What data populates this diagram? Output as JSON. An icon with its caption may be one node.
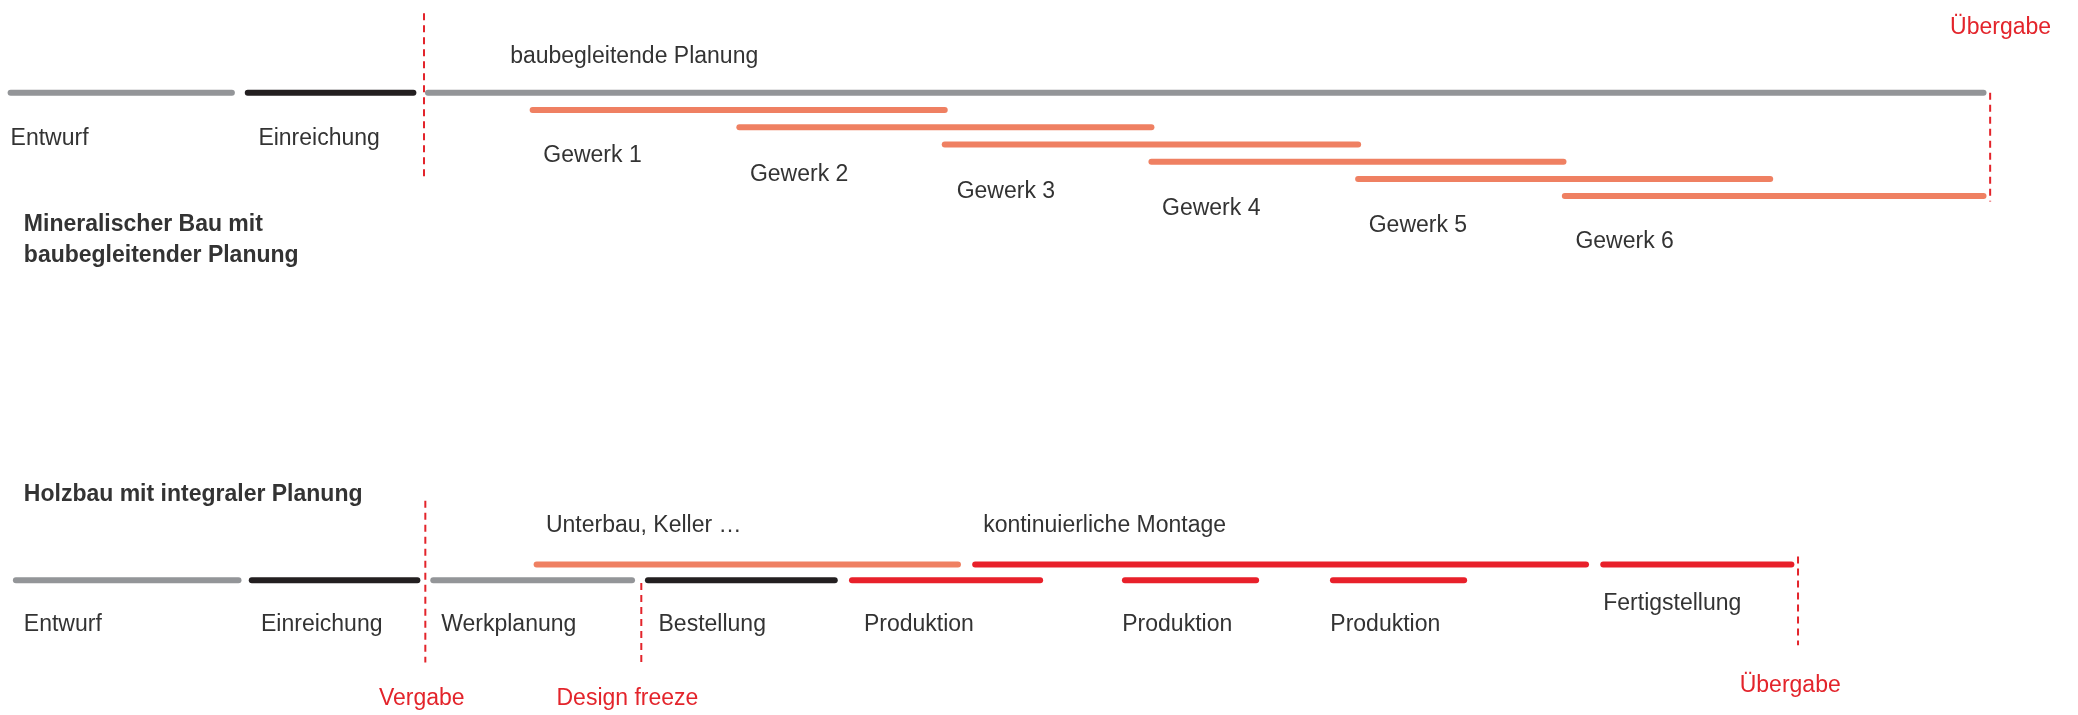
{
  "diagram": {
    "labels": [
      "Übergabe",
      "baubegleitende Planung",
      "Entwurf",
      "Einreichung",
      "Gewerk 1",
      "Gewerk 2",
      "Gewerk 3",
      "Gewerk 4",
      "Gewerk 5",
      "Gewerk 6",
      "Mineralischer Bau mit baubegleitender Planung",
      "Holzbau mit integraler Planung",
      "Unterbau, Keller …",
      "kontinuierliche Montage",
      "Entwurf",
      "Einreichung",
      "Werkplanung",
      "Bestellung",
      "Produktion",
      "Produktion",
      "Produktion",
      "Fertigstellung",
      "Vergabe",
      "Design freeze",
      "Übergabe"
    ]
  }
}
